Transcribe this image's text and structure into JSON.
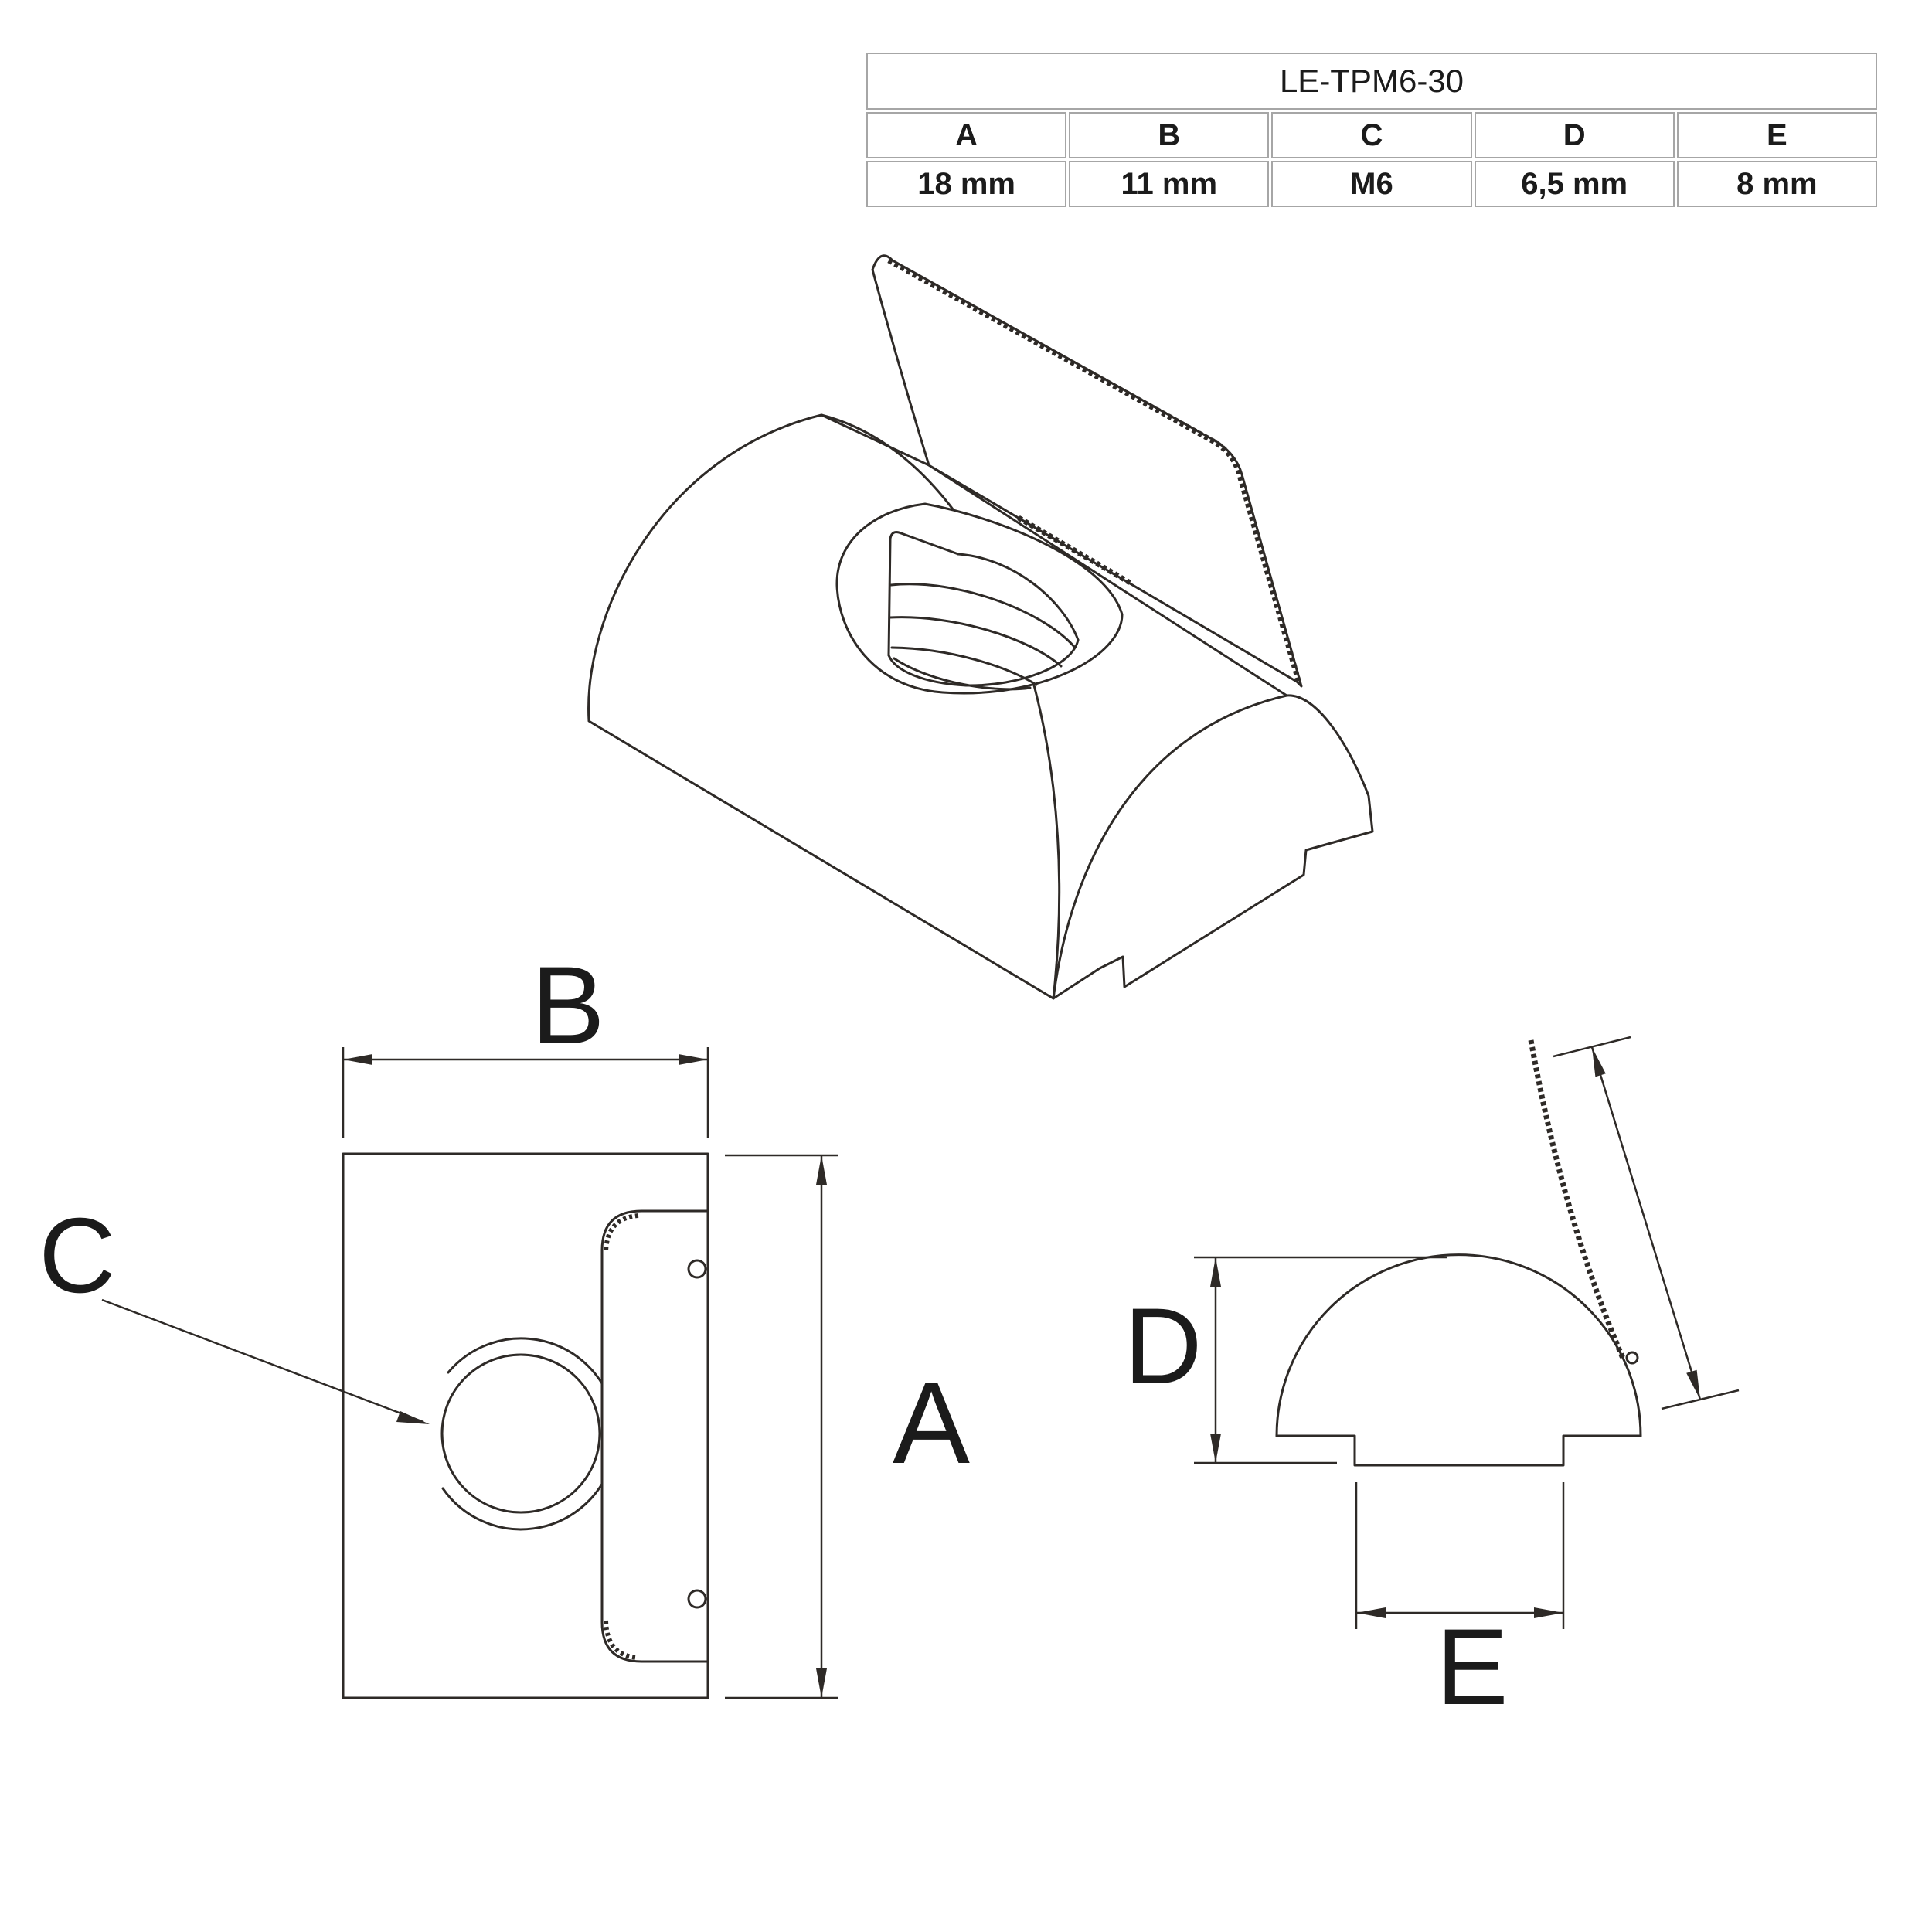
{
  "table": {
    "title": "LE-TPM6-30",
    "columns": [
      "A",
      "B",
      "C",
      "D",
      "E"
    ],
    "values": [
      "18 mm",
      "11 mm",
      "M6",
      "6,5 mm",
      "8 mm"
    ]
  },
  "labels": {
    "front_width": "B",
    "front_height": "A",
    "front_thread": "C",
    "side_height": "D",
    "side_width": "E"
  },
  "colors": {
    "line": "#2e2a27",
    "table_border": "#a6a6a6",
    "text": "#1b1b1b"
  }
}
